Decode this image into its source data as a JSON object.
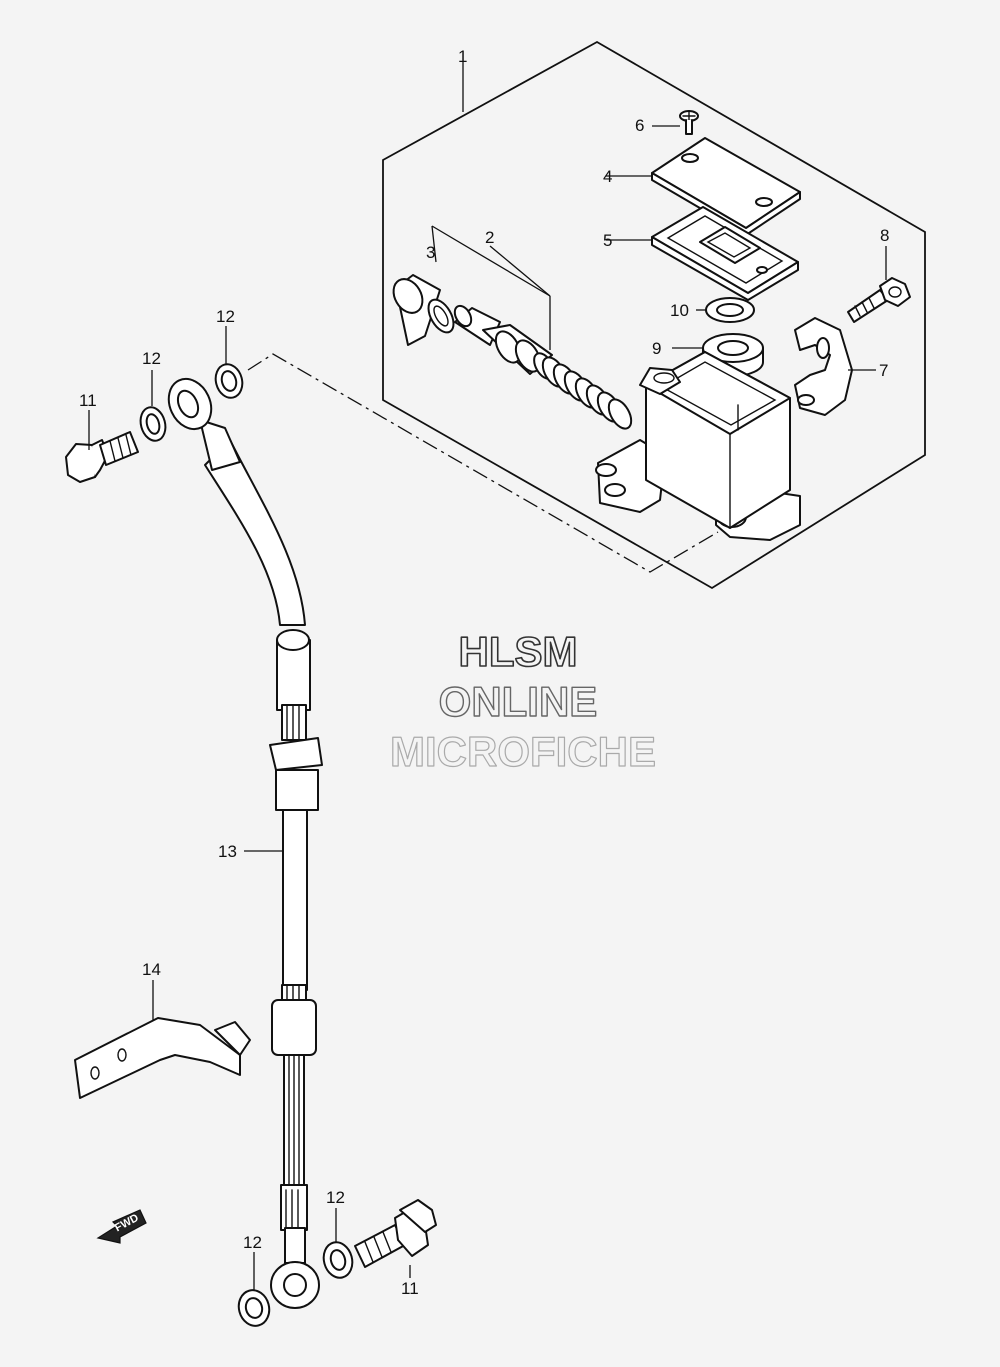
{
  "watermark": {
    "line1": "HLSM",
    "line2": "ONLINE",
    "line3": "MICROFICHE"
  },
  "direction_badge": "FWD",
  "callouts": [
    {
      "id": "c1",
      "label": "1"
    },
    {
      "id": "c2",
      "label": "2"
    },
    {
      "id": "c3",
      "label": "3"
    },
    {
      "id": "c4",
      "label": "4"
    },
    {
      "id": "c5",
      "label": "5"
    },
    {
      "id": "c6",
      "label": "6"
    },
    {
      "id": "c7",
      "label": "7"
    },
    {
      "id": "c8",
      "label": "8"
    },
    {
      "id": "c9",
      "label": "9"
    },
    {
      "id": "c10",
      "label": "10"
    },
    {
      "id": "c11a",
      "label": "11"
    },
    {
      "id": "c12a",
      "label": "12"
    },
    {
      "id": "c12b",
      "label": "12"
    },
    {
      "id": "c13",
      "label": "13"
    },
    {
      "id": "c14",
      "label": "14"
    },
    {
      "id": "c12c",
      "label": "12"
    },
    {
      "id": "c12d",
      "label": "12"
    },
    {
      "id": "c11b",
      "label": "11"
    }
  ]
}
